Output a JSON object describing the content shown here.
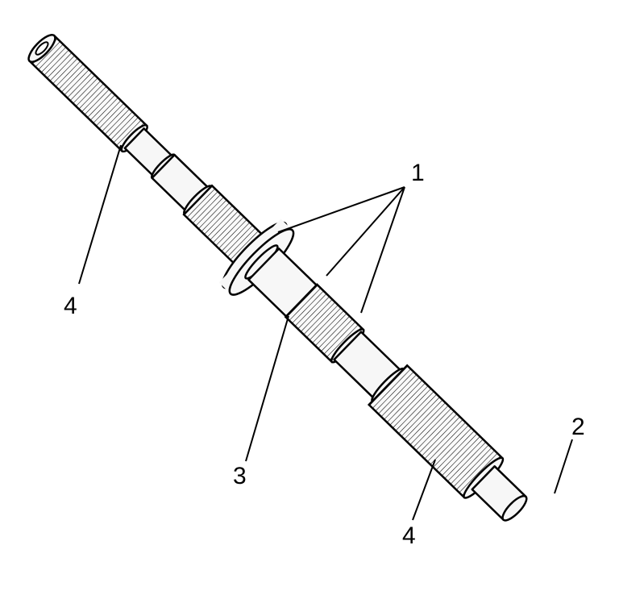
{
  "callouts": [
    {
      "id": "callout-1",
      "label": "1"
    },
    {
      "id": "callout-2",
      "label": "2"
    },
    {
      "id": "callout-3",
      "label": "3"
    },
    {
      "id": "callout-4a",
      "label": "4"
    },
    {
      "id": "callout-4b",
      "label": "4"
    }
  ],
  "colors": {
    "line": "#000000",
    "background": "#ffffff",
    "fill": "#f7f7f7"
  }
}
